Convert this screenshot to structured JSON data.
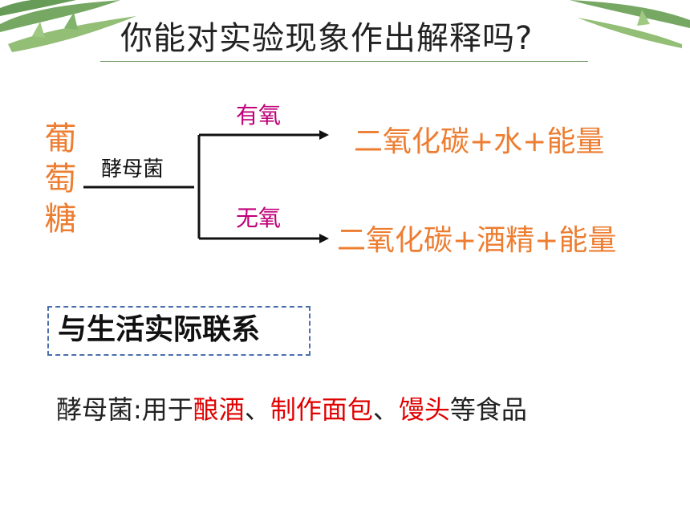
{
  "title": "你能对实验现象作出解释吗?",
  "reaction": {
    "reactant": [
      "葡",
      "萄",
      "糖"
    ],
    "catalyst": "酵母菌",
    "branches": [
      {
        "condition": "有氧",
        "product": "二氧化碳+水+能量"
      },
      {
        "condition": "无氧",
        "product": "二氧化碳+酒精+能量"
      }
    ]
  },
  "application": {
    "heading": "与生活实际联系",
    "sentence": {
      "prefix": "酵母菌:用于",
      "item1": "酿酒",
      "sep1": "、",
      "item2": "制作面包",
      "sep2": "、",
      "item3": "馒头",
      "suffix": "等食品"
    }
  },
  "colors": {
    "reactant_product": "#ed7d31",
    "condition": "#c0007a",
    "highlight": "#e00000",
    "box_border": "#4a6fad"
  }
}
